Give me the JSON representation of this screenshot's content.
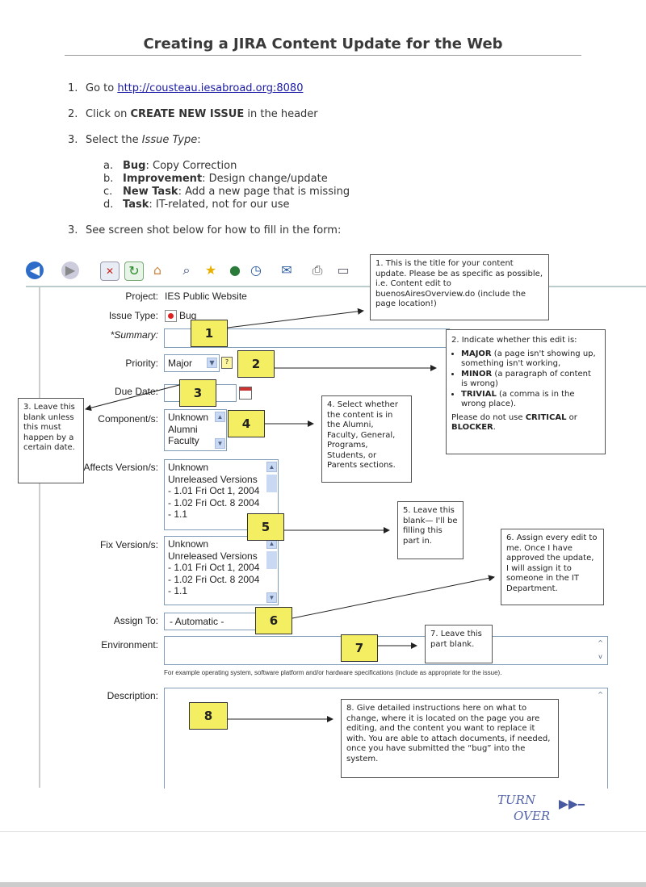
{
  "title": "Creating a JIRA Content Update for the Web",
  "steps": [
    {
      "num": "1.",
      "pre": "Go to ",
      "link": "http://cousteau.iesabroad.org:8080"
    },
    {
      "num": "2.",
      "pre": "Click on ",
      "bold": "CREATE NEW ISSUE",
      "post": " in the header"
    },
    {
      "num": "3.",
      "pre": "Select the ",
      "italic": "Issue Type",
      "post": ":"
    },
    {
      "num": "3.",
      "pre": "See screen shot below for how to fill in the form:"
    }
  ],
  "issue_types": [
    {
      "letter": "a.",
      "name": "Bug",
      "desc": ": Copy Correction"
    },
    {
      "letter": "b.",
      "name": "Improvement",
      "desc": ": Design change/update"
    },
    {
      "letter": "c.",
      "name": "New Task",
      "desc": ": Add a new page that is missing"
    },
    {
      "letter": "d.",
      "name": "Task",
      "desc": ": IT-related, not for our use"
    }
  ],
  "form": {
    "project_label": "Project:",
    "project_value": "IES Public Website",
    "issue_type_label": "Issue Type:",
    "issue_type_value": "Bug",
    "summary_label": "*Summary:",
    "priority_label": "Priority:",
    "priority_value": "Major",
    "due_date_label": "Due Date:",
    "components_label": "Component/s:",
    "components_options": [
      "Unknown",
      "Alumni",
      "Faculty"
    ],
    "affects_label": "Affects Version/s:",
    "fix_label": "Fix Version/s:",
    "version_options": [
      "Unknown",
      "Unreleased Versions",
      "- 1.01 Fri Oct 1, 2004",
      "- 1.02 Fri Oct. 8 2004",
      "- 1.1"
    ],
    "assign_label": "Assign To:",
    "assign_value": "- Automatic -",
    "environment_label": "Environment:",
    "environment_help": "For example operating system, software platform and/or hardware specifications (include as appropriate for the issue).",
    "description_label": "Description:"
  },
  "markers": [
    "1",
    "2",
    "3",
    "4",
    "5",
    "6",
    "7",
    "8"
  ],
  "callouts": {
    "c1": "1. This is the title for your content update.  Please be as specific as possible, i.e. Content edit to buenosAiresOverview.do (include the page location!)",
    "c2_intro": "2. Indicate whether this edit is:",
    "c2_items": [
      {
        "bold": "MAJOR",
        "text": " (a page isn't showing up, something isn't working,"
      },
      {
        "bold": "MINOR",
        "text": " (a paragraph of content is wrong)"
      },
      {
        "bold": "TRIVIAL",
        "text": " (a comma is in the wrong place)."
      }
    ],
    "c2_outro_pre": "Please do not use ",
    "c2_outro_b1": "CRITICAL",
    "c2_outro_mid": " or ",
    "c2_outro_b2": "BLOCKER",
    "c2_outro_post": ".",
    "c3": "3. Leave this blank unless this must happen by a certain date.",
    "c4": "4.  Select whether the content is in the Alumni, Faculty, General, Programs, Students, or Parents sections.",
    "c5": "5. Leave this blank— I'll be filling this part in.",
    "c6": "6. Assign every edit to me.  Once I have approved the update, I will assign it to someone in the IT Department.",
    "c7": "7. Leave this part blank.",
    "c8": "8. Give detailed instructions here on what to change, where it is located on the page you are editing, and the content you want to replace it with.  You are able to attach documents, if needed, once you have submitted the “bug” into the system."
  },
  "handwriting": {
    "line1": "TURN",
    "line2": "OVER"
  },
  "colors": {
    "marker": "#f4ef62",
    "link": "#1a1aa6",
    "input_border": "#7f9db9"
  }
}
